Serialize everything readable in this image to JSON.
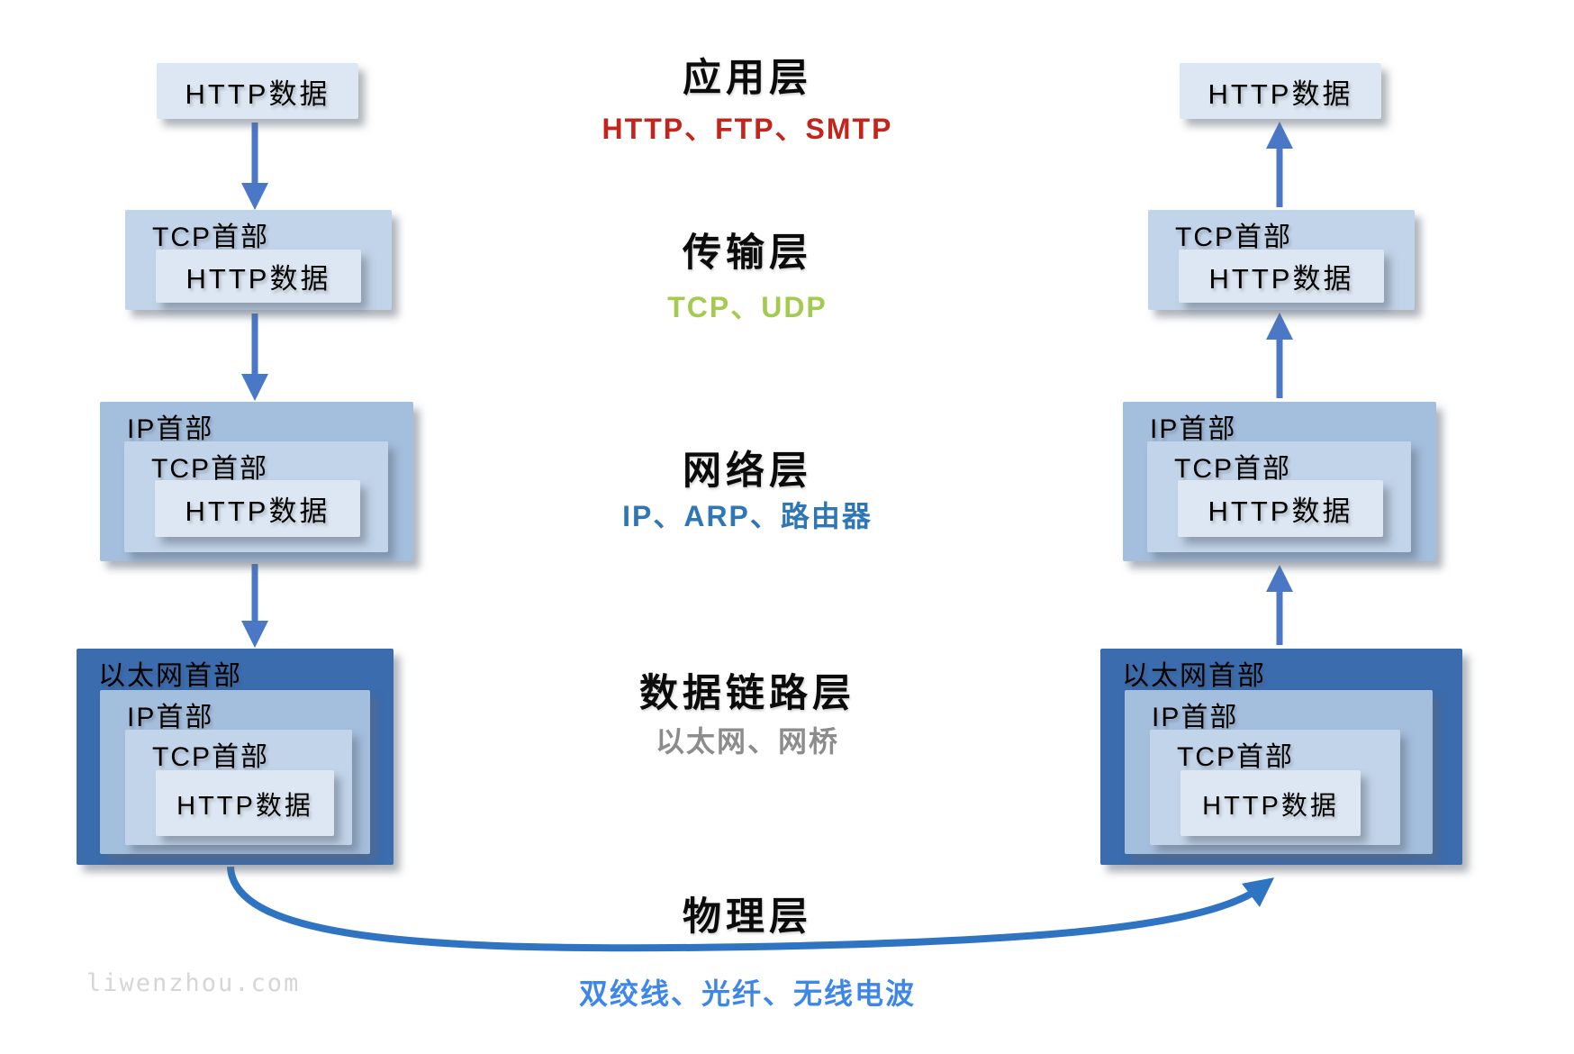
{
  "labels": {
    "http_data": "HTTP数据",
    "tcp_header": "TCP首部",
    "ip_header": "IP首部",
    "ethernet_header": "以太网首部"
  },
  "layers": [
    {
      "title": "应用层",
      "subtitle": "HTTP、FTP、SMTP",
      "subtitle_color": "#c2251c"
    },
    {
      "title": "传输层",
      "subtitle": "TCP、UDP",
      "subtitle_color": "#a4ca52"
    },
    {
      "title": "网络层",
      "subtitle": "IP、ARP、路由器",
      "subtitle_color": "#2f76b5"
    },
    {
      "title": "数据链路层",
      "subtitle": "以太网、网桥",
      "subtitle_color": "#8c8c8c"
    },
    {
      "title": "物理层",
      "subtitle": "双绞线、光纤、无线电波",
      "subtitle_color": "#3e86e8"
    }
  ],
  "watermark": "liwenzhou.com",
  "colors": {
    "box_level1": "#dde7f3",
    "box_level2": "#c2d4e9",
    "box_level3": "#a4bedd",
    "box_level4": "#3b6cad",
    "arrow": "#4a78c6",
    "curve_arrow": "#2e74c2"
  }
}
